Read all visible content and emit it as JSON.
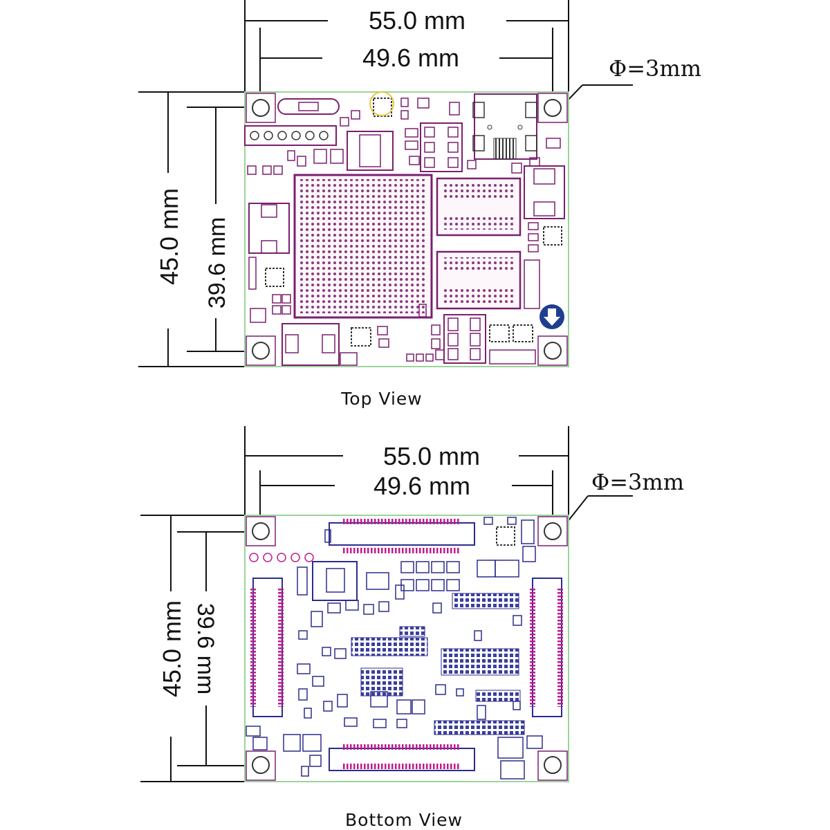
{
  "top_view": {
    "caption": "Top View",
    "width_outer": "55.0 mm",
    "width_inner": "49.6 mm",
    "height_outer": "45.0 mm",
    "height_inner": "39.6 mm",
    "hole": "Φ=3mm"
  },
  "bottom_view": {
    "caption": "Bottom View",
    "width_outer": "55.0 mm",
    "width_inner": "49.6 mm",
    "height_outer": "45.0 mm",
    "height_inner": "39.6 mm",
    "hole": "Φ=3mm"
  },
  "colors": {
    "top_silk": "#7a1f6e",
    "top_accent": "#b0188f",
    "bottom_silk": "#2b2c8c",
    "bottom_accent": "#c21a8f",
    "board_edge": "#9bd39b",
    "mark_yellow": "#e7c93a",
    "arrow_fill": "#1d3f8f"
  }
}
